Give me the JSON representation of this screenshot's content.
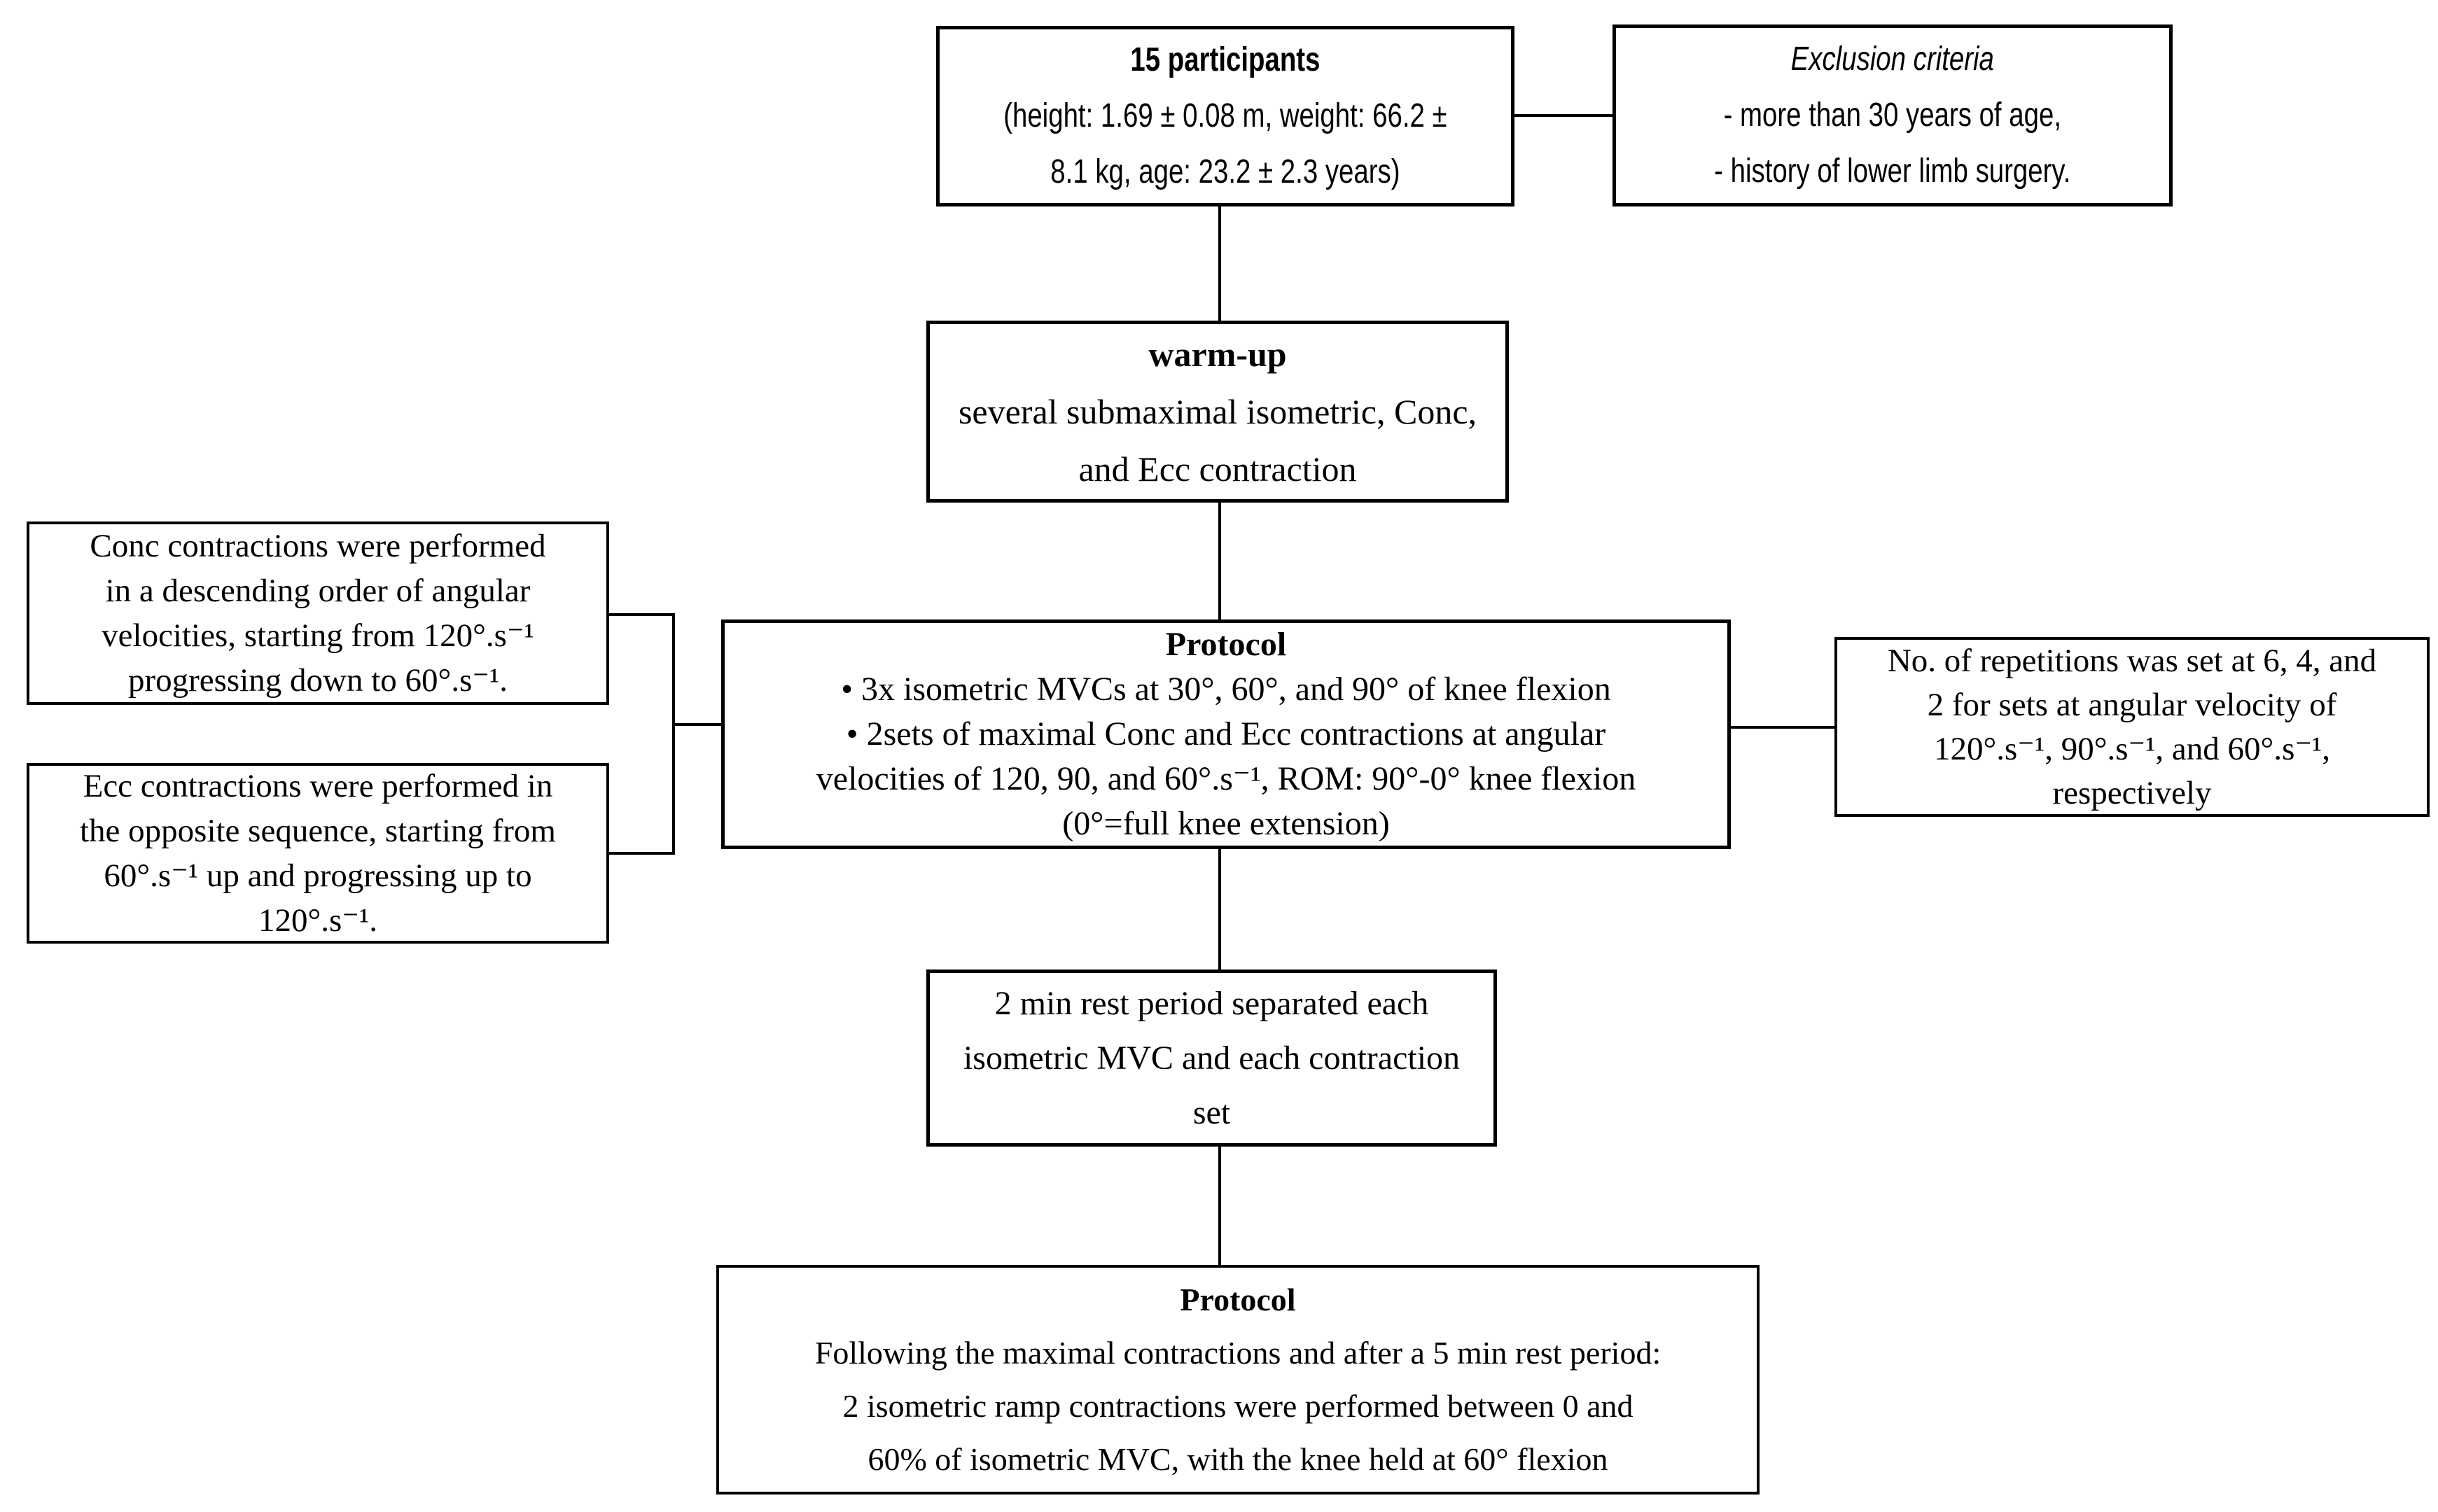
{
  "colors": {
    "background": "#ffffff",
    "border": "#000000",
    "text": "#000000"
  },
  "boxes": {
    "participants": {
      "title": "15 participants",
      "lines": [
        "(height: 1.69 ± 0.08 m, weight: 66.2 ±",
        "8.1 kg, age: 23.2 ± 2.3 years)"
      ]
    },
    "exclusion": {
      "title": "Exclusion criteria",
      "lines": [
        "- more than 30 years of age,",
        "- history of lower limb surgery."
      ]
    },
    "warmup": {
      "title": "warm-up",
      "lines": [
        "several submaximal isometric, Conc,",
        "and Ecc contraction"
      ]
    },
    "conc": {
      "lines": [
        "Conc contractions were performed",
        "in a descending order of angular",
        "velocities, starting from 120°.s⁻¹",
        "progressing down to 60°.s⁻¹."
      ]
    },
    "ecc": {
      "lines": [
        "Ecc contractions were performed in",
        "the opposite sequence, starting from",
        "60°.s⁻¹ up and progressing up to",
        "120°.s⁻¹."
      ]
    },
    "protocol1": {
      "title": "Protocol",
      "lines": [
        "•   3x isometric MVCs at 30°, 60°, and 90° of knee flexion",
        "•   2sets of maximal Conc and Ecc contractions at angular",
        "velocities of 120, 90, and 60°.s⁻¹, ROM: 90°-0° knee flexion",
        "(0°=full knee extension)"
      ]
    },
    "repetitions": {
      "lines": [
        "No. of repetitions was set at 6, 4, and",
        "2 for sets at angular velocity of",
        "120°.s⁻¹, 90°.s⁻¹, and 60°.s⁻¹,",
        "respectively"
      ]
    },
    "rest": {
      "lines": [
        "2 min rest period separated each",
        "isometric MVC and each contraction",
        "set"
      ]
    },
    "protocol2": {
      "title": "Protocol",
      "lines": [
        "Following the maximal contractions and after a 5 min rest period:",
        "2 isometric ramp contractions were performed between 0 and",
        "60% of isometric MVC,  with the knee held at 60° flexion"
      ]
    }
  }
}
